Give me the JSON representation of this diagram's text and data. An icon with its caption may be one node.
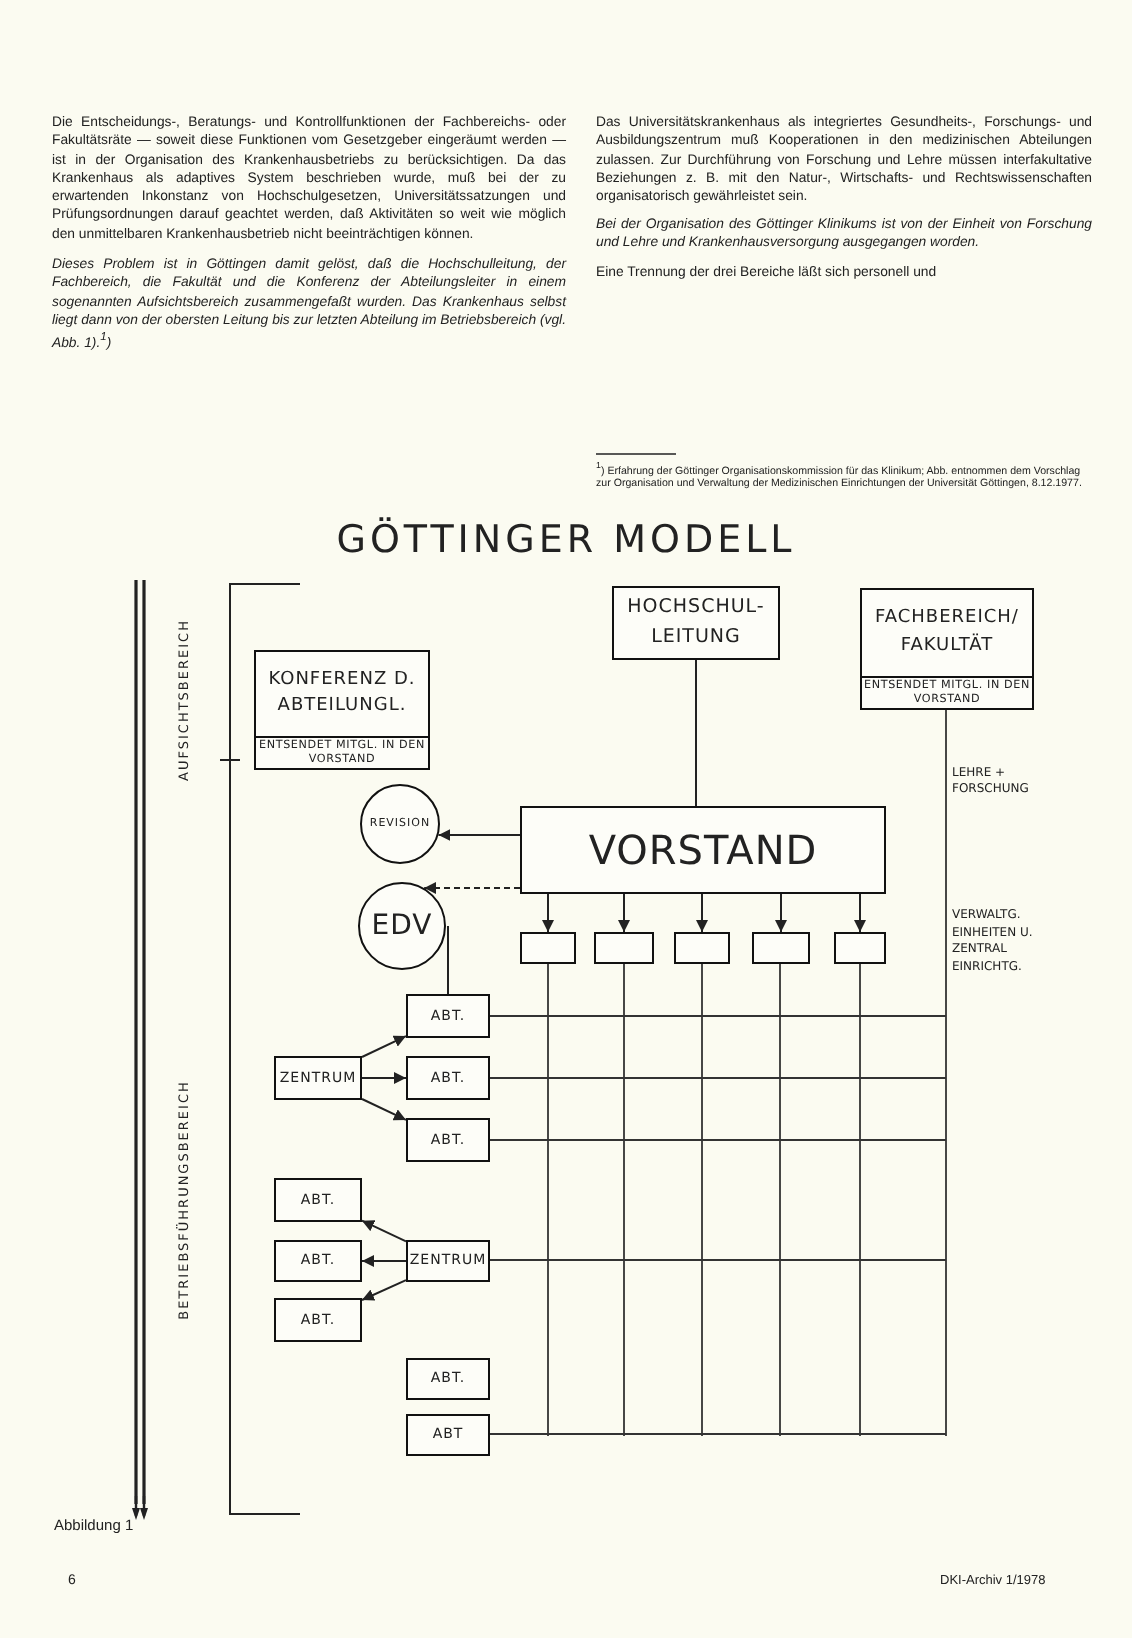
{
  "diagram": {
    "title": "GÖTTINGER MODELL",
    "caption": "Abbildung 1",
    "nodes": [
      {
        "text": [
          "HOCHSCHUL- LEITUNG"
        ]
      },
      {
        "text": [
          "FACHBEREICH/ FAKULTÄT",
          "ENTSENDET MITGL. IN DEN VORSTAND"
        ]
      },
      {
        "text": [
          "KONFERENZ D. ABTEILUNGL.",
          "ENTSENDET MITGL. IN DEN VORSTAND"
        ]
      },
      {
        "text": [
          "REVISION"
        ]
      },
      {
        "text": [
          "VORSTAND"
        ]
      },
      {
        "text": [
          "EDV"
        ]
      },
      {
        "text": [],
        "shape": "box"
      },
      {
        "text": [],
        "shape": "box"
      },
      {
        "text": [],
        "shape": "box"
      },
      {
        "text": [],
        "shape": "box"
      },
      {
        "text": [],
        "shape": "box"
      },
      {
        "text": [
          "ABT."
        ]
      },
      {
        "text": [
          "ZENTRUM"
        ]
      },
      {
        "text": [
          "ABT."
        ]
      },
      {
        "text": [
          "ABT."
        ]
      },
      {
        "text": [
          "ABT."
        ]
      },
      {
        "text": [
          "ABT."
        ]
      },
      {
        "text": [
          "ZENTRUM"
        ]
      },
      {
        "text": [
          "ABT."
        ]
      },
      {
        "text": [
          "ABT."
        ]
      },
      {
        "text": [
          "ABT"
        ]
      }
    ],
    "edges": [
      {
        "from": 0,
        "to": 4,
        "arrow": "none"
      },
      {
        "from": 4,
        "to": 3,
        "arrow": "to"
      },
      {
        "from": 4,
        "to": 5,
        "arrow": "to",
        "style": "dashed"
      },
      {
        "from": 5,
        "to": 11,
        "arrow": "none"
      },
      {
        "from": 4,
        "to": 6,
        "arrow": "to"
      },
      {
        "from": 4,
        "to": 7,
        "arrow": "to"
      },
      {
        "from": 4,
        "to": 8,
        "arrow": "to"
      },
      {
        "from": 4,
        "to": 9,
        "arrow": "to"
      },
      {
        "from": 4,
        "to": 10,
        "arrow": "to"
      },
      {
        "from": 12,
        "to": 11,
        "arrow": "to"
      },
      {
        "from": 12,
        "to": 13,
        "arrow": "to"
      },
      {
        "from": 12,
        "to": 14,
        "arrow": "to"
      },
      {
        "from": 17,
        "to": 15,
        "arrow": "to"
      },
      {
        "from": 17,
        "to": 16,
        "arrow": "to"
      },
      {
        "from": 17,
        "to": 18,
        "arrow": "to"
      }
    ],
    "labels": [
      "Die Entscheidungs-, Beratungs- und Kontrollfunktionen der Fachbereichs- oder Fakultätsräte — soweit diese Funktionen vom Gesetzgeber eingeräumt werden — ist in der Organisation des Krankenhausbetriebs zu berücksichtigen. Da das Krankenhaus als adaptives System beschrieben wurde, muß bei der zu erwartenden Inkonstanz von Hochschulgesetzen, Universitätssatzungen und Prüfungsordnungen darauf geachtet werden, daß Aktivitäten so weit wie möglich den unmittelbaren Krankenhausbetrieb nicht beeinträchtigen können.",
      "Dieses Problem ist in Göttingen damit gelöst, daß die Hochschulleitung, der Fachbereich, die Fakultät und die Konferenz der Abteilungsleiter in einem sogenannten Aufsichtsbereich zusammengefaßt wurden. Das Krankenhaus selbst liegt dann von der obersten Leitung bis zur letzten Abteilung im Betriebsbereich (vgl. Abb. 1).$^{1}$)",
      "Das Universitätskrankenhaus als integriertes Gesundheits-, Forschungs- und Ausbildungszentrum muß Kooperationen in den medizinischen Abteilungen zulassen. Zur Durchführung von Forschung und Lehre müssen interfakultative Beziehungen z. B. mit den Natur-, Wirtschafts- und Rechtswissenschaften organisatorisch gewährleistet sein.",
      "Bei der Organisation des Göttinger Klinikums ist von der Einheit von Forschung und Lehre und Krankenhausversorgung ausgegangen worden.",
      "Eine Trennung der drei Bereiche läßt sich personell und",
      "$^{1}$) Erfahrung der Göttinger Organisationskommission für das Klinikum; Abb. entnommen dem Vorschlag zur Organisation und Verwaltung der Medizinischen Einrichtungen der Universität Göttingen, 8.12.1977.",
      "AUFSICHTSBEREICH",
      "LEHRE + FORSCHUNG",
      "VERWALTG. EINHEITEN U. ZENTRAL EINRICHTG.",
      "BETRIEBSFÜHRUNGSBEREICH",
      "6",
      "DKI-Archiv 1/1978"
    ]
  }
}
